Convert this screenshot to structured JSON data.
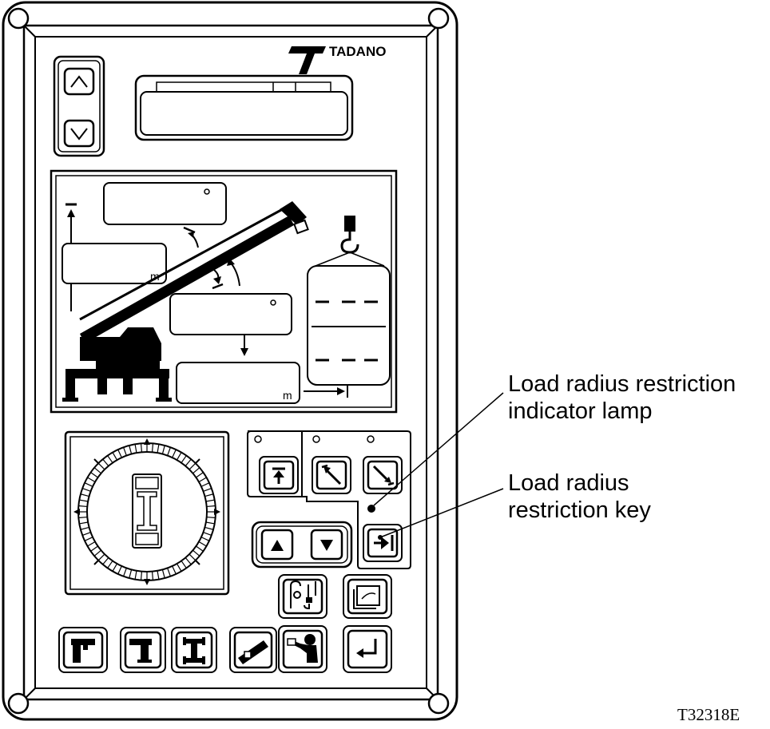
{
  "brand": {
    "name": "TADANO"
  },
  "units": {
    "radius_top": "m",
    "radius_bottom": "m"
  },
  "callouts": {
    "lamp": [
      "Load radius restriction",
      "indicator lamp"
    ],
    "key": [
      "Load radius",
      "restriction key"
    ]
  },
  "figure_code": "T32318E",
  "icons": [
    "up-arrow-icon",
    "down-arrow-icon",
    "hoist-limit-icon",
    "boom-raise-icon",
    "boom-lower-icon",
    "triangle-up-icon",
    "triangle-down-icon",
    "radius-limit-icon",
    "hook-block-icon",
    "document-icon",
    "crane-boom-icon",
    "outrigger-icon",
    "operator-icon",
    "enter-icon"
  ]
}
